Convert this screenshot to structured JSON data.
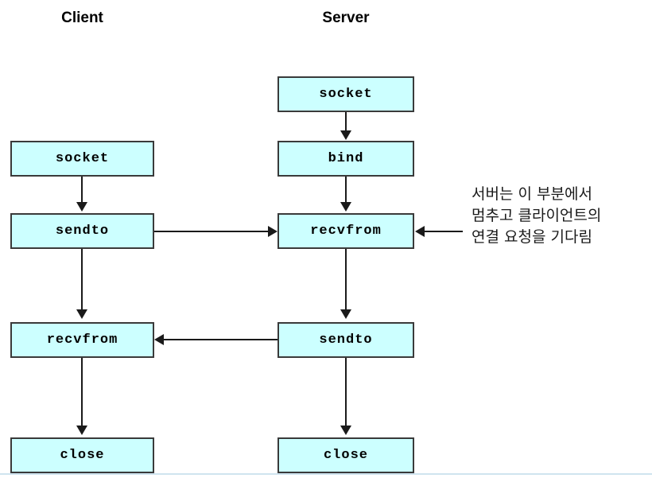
{
  "diagram": {
    "title_client": "Client",
    "title_server": "Server",
    "colors": {
      "box_fill": "#ccffff",
      "box_border": "#3a3a3a",
      "line": "#1a1a1a",
      "text": "#000000",
      "bottom_rule": "#cfe4ef"
    },
    "client_column": {
      "header": "Client",
      "steps": [
        {
          "label": "socket"
        },
        {
          "label": "sendto"
        },
        {
          "label": "recvfrom"
        },
        {
          "label": "close"
        }
      ]
    },
    "server_column": {
      "header": "Server",
      "steps": [
        {
          "label": "socket"
        },
        {
          "label": "bind"
        },
        {
          "label": "recvfrom"
        },
        {
          "label": "sendto"
        },
        {
          "label": "close"
        }
      ]
    },
    "annotation": {
      "line1": "서버는 이 부분에서",
      "line2": "멈추고 클라이언트의",
      "line3": "연결 요청을 기다림"
    }
  }
}
